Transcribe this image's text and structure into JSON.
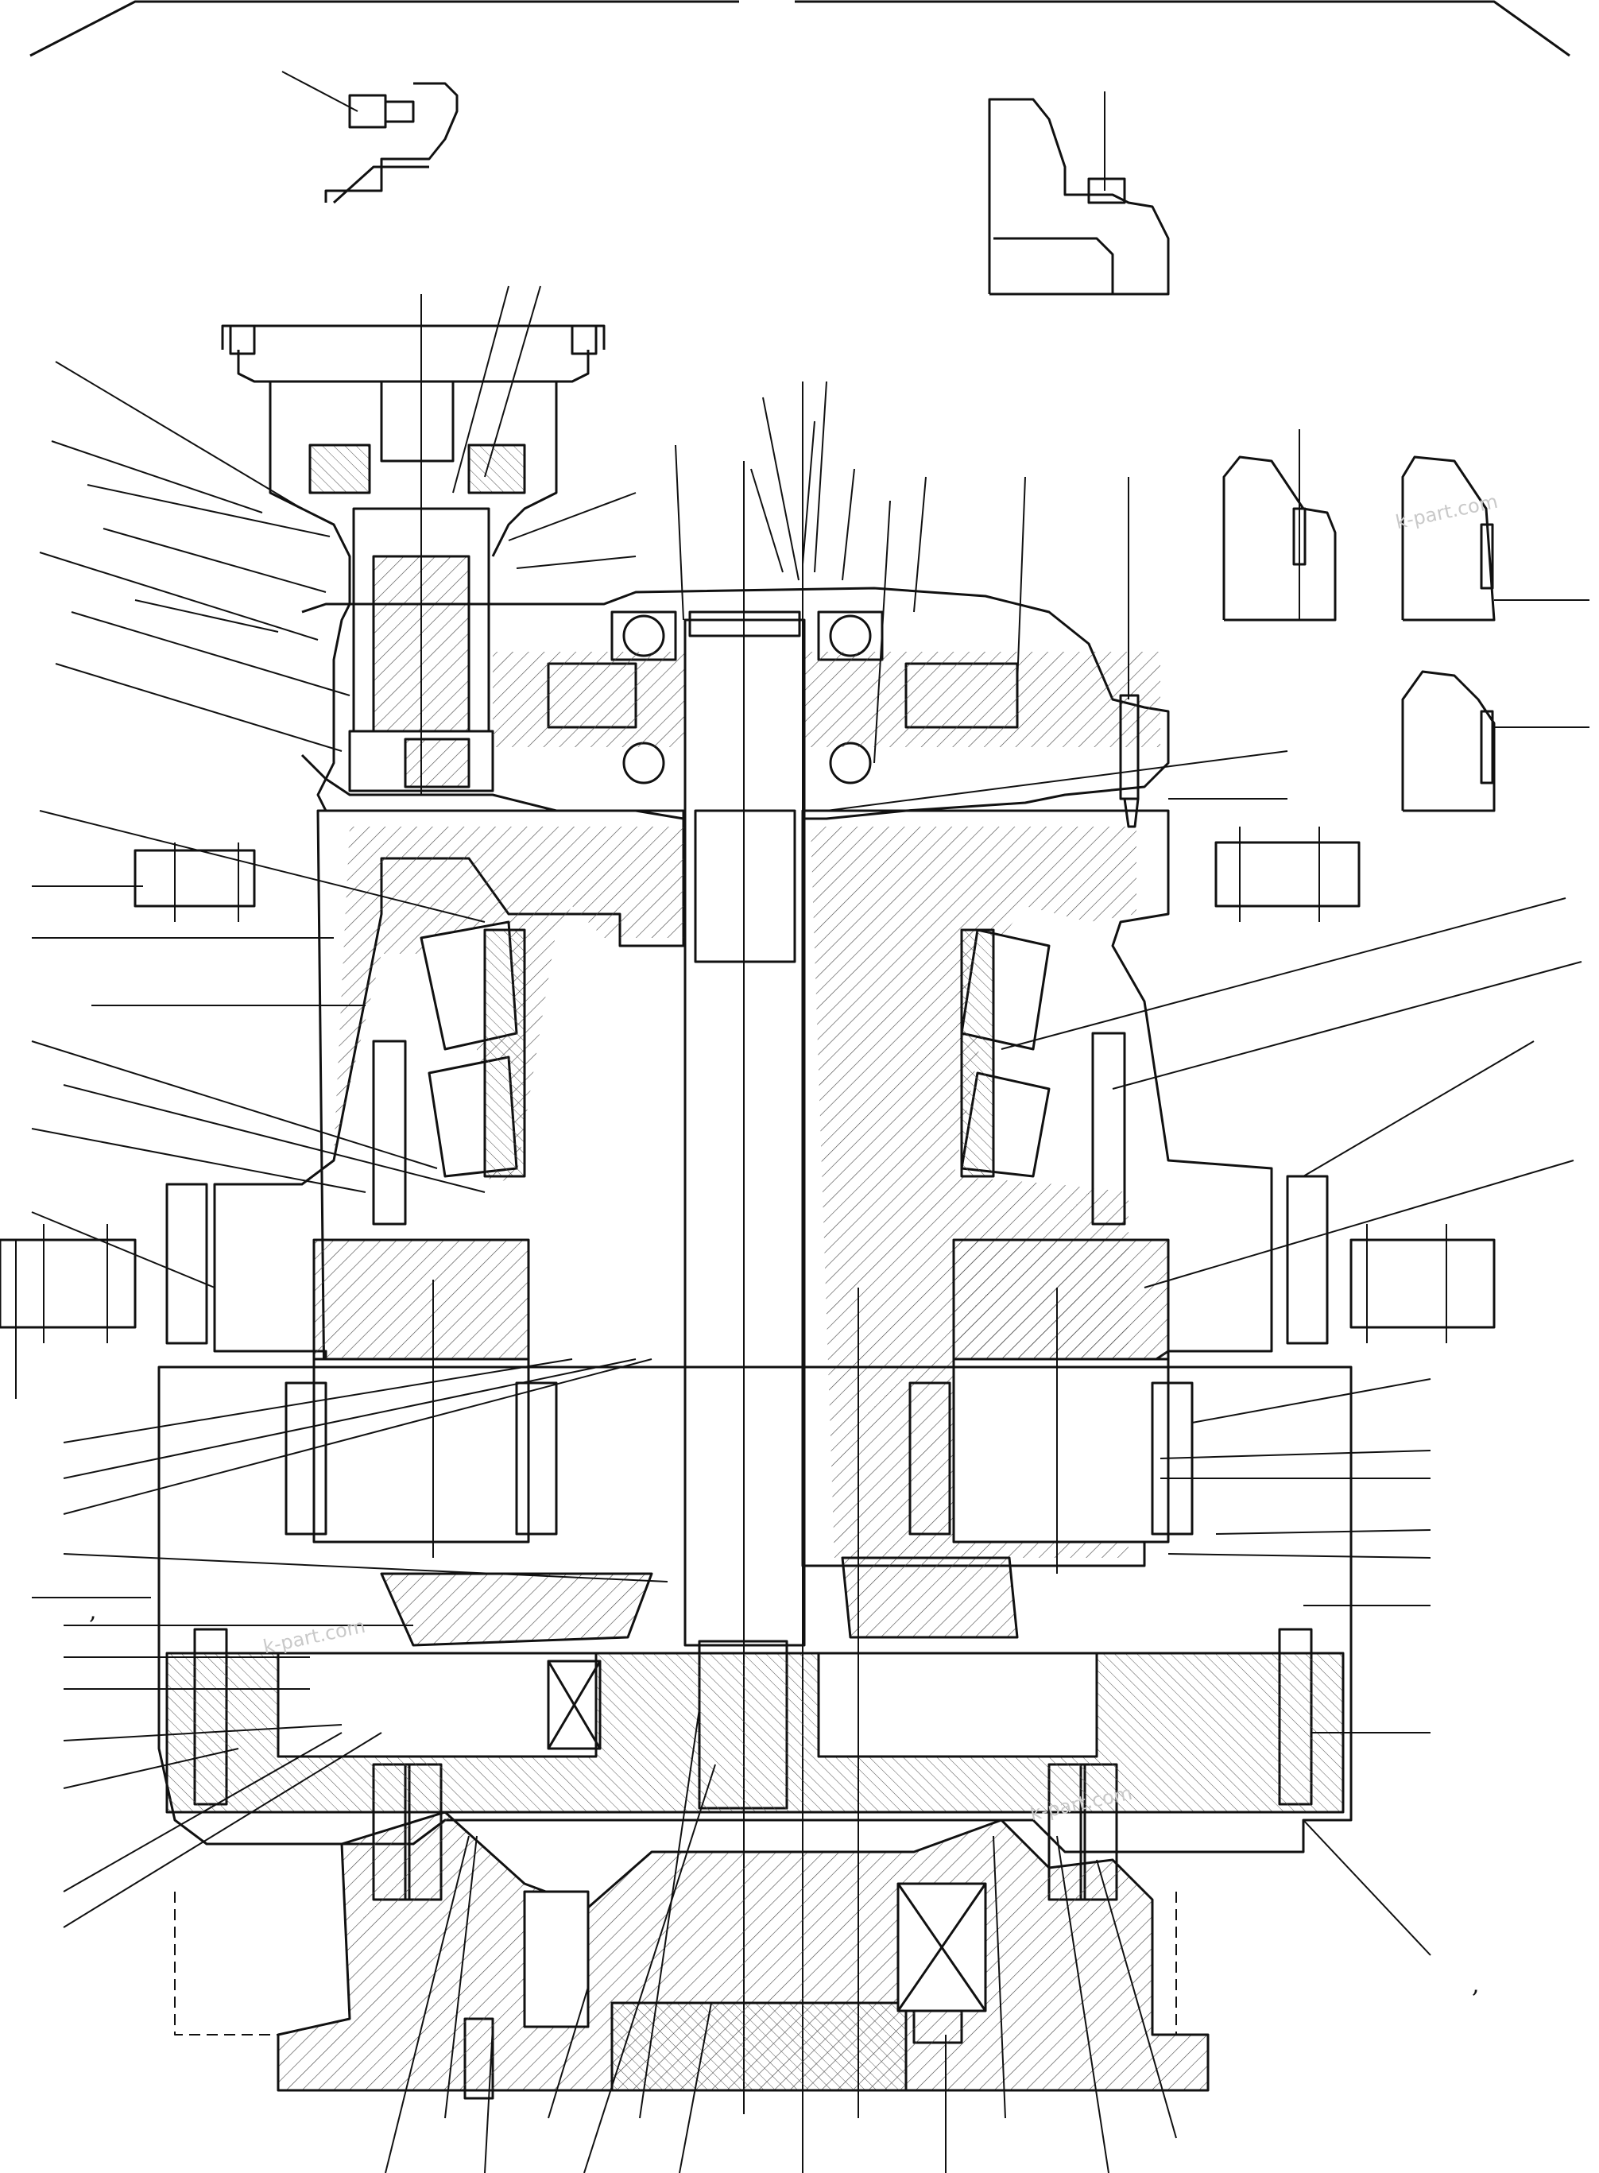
{
  "watermarks": [
    "k-part.com",
    "k-part.com",
    "k-part.com"
  ],
  "marks": [
    ",",
    ","
  ]
}
